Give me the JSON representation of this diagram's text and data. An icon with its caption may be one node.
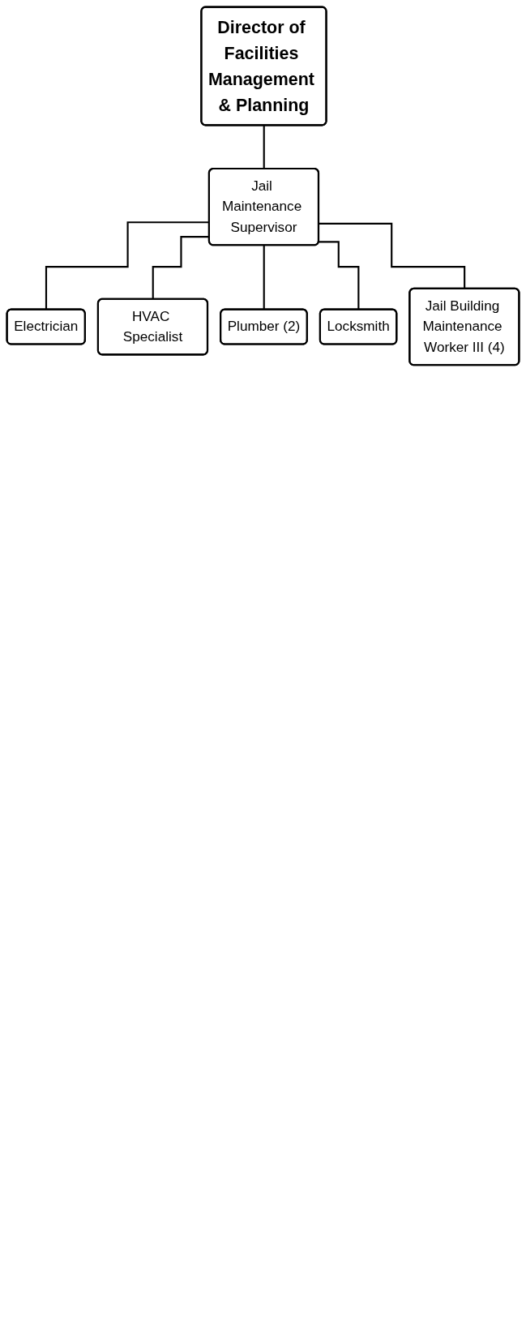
{
  "diagram": {
    "nodes": [
      {
        "text": [
          "Director of Facilities Management & Planning"
        ]
      },
      {
        "text": [
          "Jail Maintenance Supervisor"
        ]
      },
      {
        "text": [
          "Electrician"
        ]
      },
      {
        "text": [
          "HVAC Specialist"
        ]
      },
      {
        "text": [
          "Plumber (2)"
        ]
      },
      {
        "text": [
          "Locksmith"
        ]
      },
      {
        "text": [
          "Jail Building Maintenance Worker III (4)"
        ]
      }
    ],
    "edges": [
      {
        "from": 0,
        "to": 1,
        "arrow": "none"
      },
      {
        "from": 1,
        "to": 2,
        "arrow": "none"
      },
      {
        "from": 1,
        "to": 3,
        "arrow": "none"
      },
      {
        "from": 1,
        "to": 4,
        "arrow": "none"
      },
      {
        "from": 1,
        "to": 5,
        "arrow": "none"
      },
      {
        "from": 1,
        "to": 6,
        "arrow": "none"
      }
    ]
  }
}
